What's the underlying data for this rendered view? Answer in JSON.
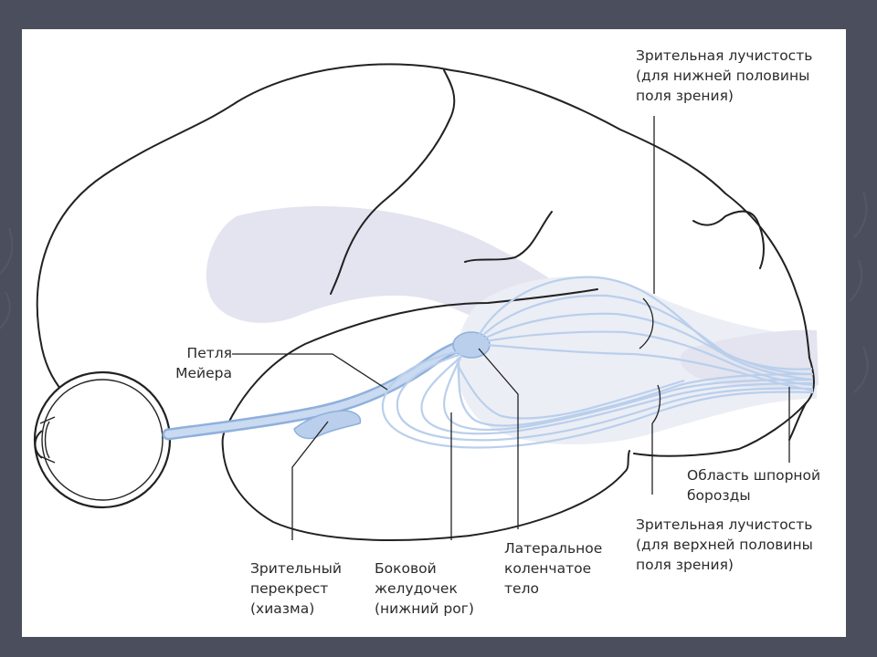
{
  "labels": {
    "radiation_lower": "Зрительная лучистость\n(для нижней половины\nполя зрения)",
    "meyer_loop": "Петля\nМейера",
    "calcarine": "Область шпорной\nборозды",
    "radiation_upper": "Зрительная лучистость\n(для верхней половины\nполя зрения)",
    "chiasm": "Зрительный\nперекрест\n(хиазма)",
    "ventricle": "Боковой\nжелудочек\n(нижний рог)",
    "lgn": "Латеральное\nколенчатое\nтело"
  },
  "colors": {
    "outline": "#222222",
    "pathway": "#b9cfec",
    "pathway_stroke": "#8fb0dc",
    "shading": "#e3e4ef",
    "background": "#4b4f5d"
  }
}
